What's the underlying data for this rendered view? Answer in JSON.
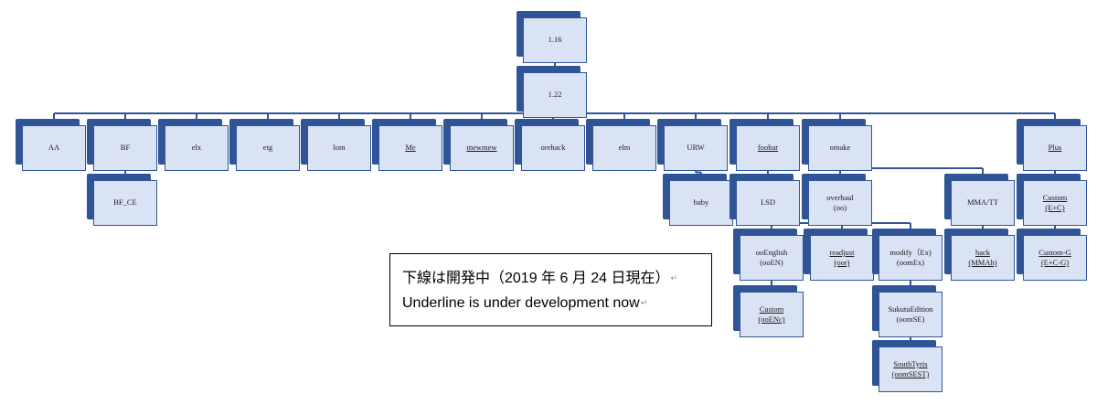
{
  "nodes": {
    "v116": {
      "lines": [
        "1.16"
      ],
      "underline": false
    },
    "v122": {
      "lines": [
        "1.22"
      ],
      "underline": false
    },
    "aa": {
      "lines": [
        "AA"
      ],
      "underline": false
    },
    "bf": {
      "lines": [
        "BF"
      ],
      "underline": false
    },
    "bf_ce": {
      "lines": [
        "BF_CE"
      ],
      "underline": false
    },
    "elx": {
      "lines": [
        "elx"
      ],
      "underline": false
    },
    "etg": {
      "lines": [
        "etg"
      ],
      "underline": false
    },
    "lom": {
      "lines": [
        "lom"
      ],
      "underline": false
    },
    "me": {
      "lines": [
        "Me"
      ],
      "underline": true
    },
    "mewmew": {
      "lines": [
        "mewmew"
      ],
      "underline": true
    },
    "orehack": {
      "lines": [
        "orehack"
      ],
      "underline": false
    },
    "elm": {
      "lines": [
        "elm"
      ],
      "underline": false
    },
    "urw": {
      "lines": [
        "URW"
      ],
      "underline": false
    },
    "baby": {
      "lines": [
        "baby"
      ],
      "underline": false
    },
    "foobar": {
      "lines": [
        "foobar"
      ],
      "underline": true
    },
    "lsd": {
      "lines": [
        "LSD"
      ],
      "underline": false
    },
    "omake": {
      "lines": [
        "omake"
      ],
      "underline": false
    },
    "overhaul": {
      "lines": [
        "overhaul",
        "(oo)"
      ],
      "underline": false
    },
    "ooenglish": {
      "lines": [
        "ooEnglish",
        "(ooEN)"
      ],
      "underline": false
    },
    "custom_ooenc": {
      "lines": [
        "Custom",
        "(ooENc)"
      ],
      "underline": true
    },
    "readjust": {
      "lines": [
        "readjust",
        "(oor)"
      ],
      "underline": true
    },
    "modify": {
      "lines": [
        "modify（Ex)",
        "(oomEx)"
      ],
      "underline": false
    },
    "sukutu": {
      "lines": [
        "SukutuEdition",
        "(oomSE)"
      ],
      "underline": false
    },
    "southtyris": {
      "lines": [
        "SouthTyris",
        "(oomSEST)"
      ],
      "underline": true
    },
    "mma_tt": {
      "lines": [
        "MMA/TT"
      ],
      "underline": false
    },
    "hack": {
      "lines": [
        "hack",
        "(MMAh)"
      ],
      "underline": true
    },
    "plus": {
      "lines": [
        "Plus"
      ],
      "underline": true
    },
    "custom_ec": {
      "lines": [
        "Custom",
        "(E+C)"
      ],
      "underline": true
    },
    "custom_g": {
      "lines": [
        "Custom-G",
        "(E+C-G)"
      ],
      "underline": true
    }
  },
  "note": {
    "line1": "下線は開発中（2019 年 6 月 24 日現在）",
    "line2": "Underline is under development now",
    "paragraph_mark": "↵"
  },
  "colors": {
    "node_fill": "#dae3f3",
    "node_shadow": "#2f5597",
    "connector": "#2f5597"
  }
}
